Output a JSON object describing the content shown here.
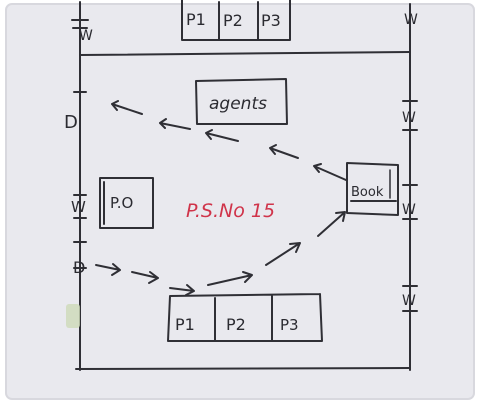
{
  "diagram": {
    "top_shelf": [
      "P1",
      "P2",
      "P3"
    ],
    "bottom_shelf": [
      "P1",
      "P2",
      "P3"
    ],
    "agents_label": "agents",
    "po_label": "P.O",
    "book_label": "Book",
    "shop_label": "P.S.No 15",
    "left_wall": {
      "top_window": "W",
      "door_upper": "D",
      "middle_window": "W",
      "door_lower": "D"
    },
    "right_wall_windows": [
      "W",
      "W",
      "W",
      "W"
    ],
    "colors": {
      "paper": "#e9e9ee",
      "ink": "#2f2f35",
      "red_ink": "#d0344a",
      "marker_green": "#cdd9b8"
    }
  }
}
